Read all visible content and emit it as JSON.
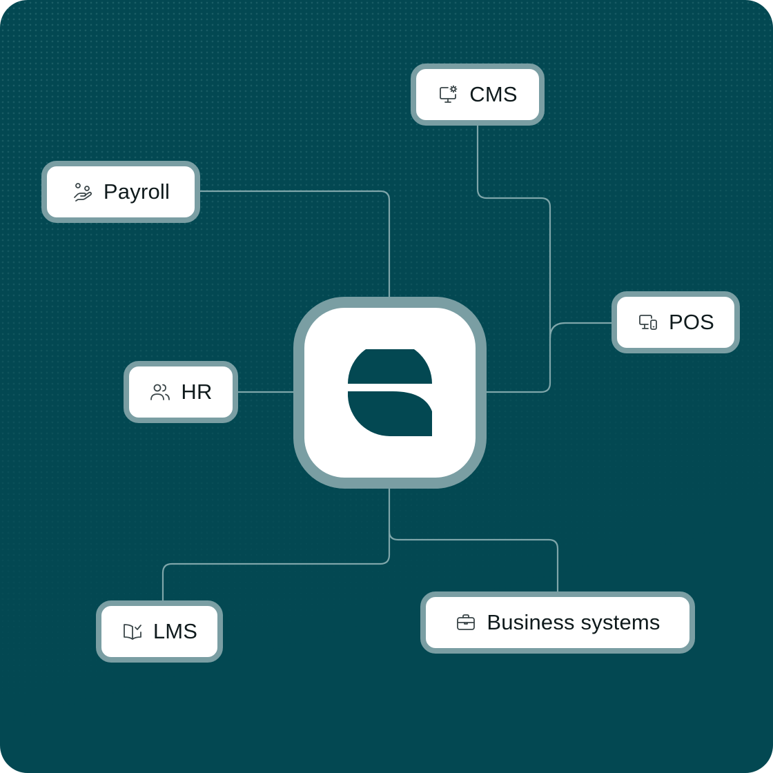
{
  "diagram": {
    "colors": {
      "background": "#034852",
      "connector": "#7fa6aa",
      "node_border": "#7a9ea3",
      "node_fill": "#ffffff",
      "logo": "#034852",
      "icon": "#3a4548"
    },
    "hub": {
      "icon": "platform-logo-icon"
    },
    "nodes": {
      "cms": {
        "label": "CMS",
        "icon": "monitor-gear-icon"
      },
      "payroll": {
        "label": "Payroll",
        "icon": "hand-coins-icon"
      },
      "pos": {
        "label": "POS",
        "icon": "devices-icon"
      },
      "hr": {
        "label": "HR",
        "icon": "users-icon"
      },
      "lms": {
        "label": "LMS",
        "icon": "book-check-icon"
      },
      "business": {
        "label": "Business systems",
        "icon": "briefcase-icon"
      }
    }
  }
}
